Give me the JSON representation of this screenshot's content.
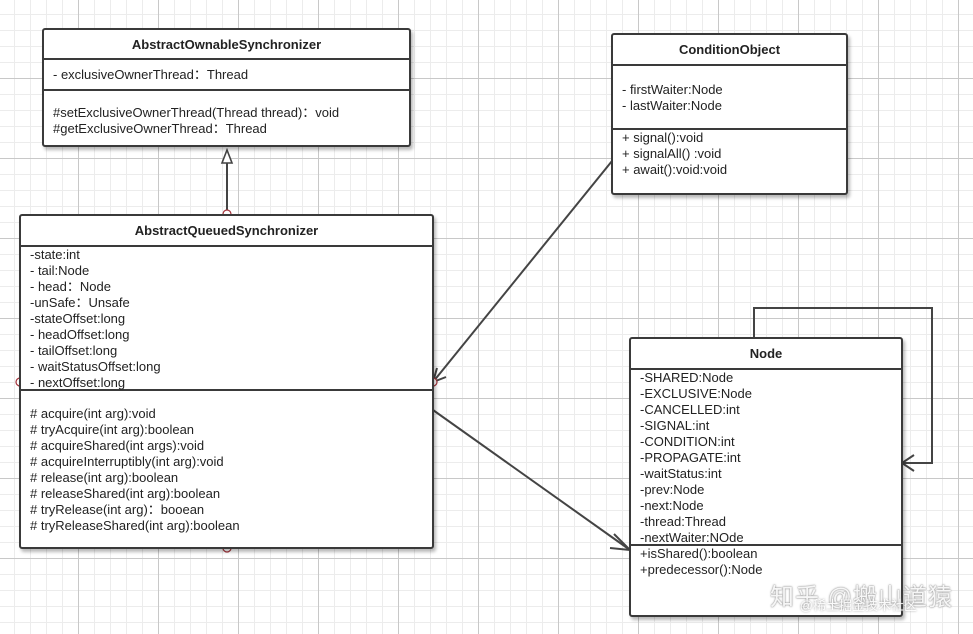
{
  "classes": {
    "aos": {
      "name": "AbstractOwnableSynchronizer",
      "attributes": [
        "- exclusiveOwnerThread：Thread"
      ],
      "methods": [
        "#setExclusiveOwnerThread(Thread thread)：void",
        "#getExclusiveOwnerThread：Thread"
      ]
    },
    "condition": {
      "name": "ConditionObject",
      "attributes": [
        "- firstWaiter:Node",
        "- lastWaiter:Node"
      ],
      "methods": [
        "+ signal():void",
        "+ signalAll() :void",
        "+ await():void:void"
      ]
    },
    "aqs": {
      "name": "AbstractQueuedSynchronizer",
      "attributes": [
        "-state:int",
        "- tail:Node",
        "- head：Node",
        "-unSafe：Unsafe",
        "-stateOffset:long",
        "- headOffset:long",
        "- tailOffset:long",
        "- waitStatusOffset:long",
        "- nextOffset:long"
      ],
      "methods": [
        "# acquire(int arg):void",
        "# tryAcquire(int arg):boolean",
        "# acquireShared(int args):void",
        "# acquireInterruptibly(int arg):void",
        "# release(int arg):boolean",
        "# releaseShared(int arg):boolean",
        "# tryRelease(int arg)：booean",
        "# tryReleaseShared(int arg):boolean"
      ]
    },
    "node": {
      "name": "Node",
      "attributes": [
        "-SHARED:Node",
        "-EXCLUSIVE:Node",
        "-CANCELLED:int",
        "-SIGNAL:int",
        "-CONDITION:int",
        "-PROPAGATE:int",
        "-waitStatus:int",
        "-prev:Node",
        "-next:Node",
        "-thread:Thread",
        "-nextWaiter:NOde"
      ],
      "methods": [
        "+isShared():boolean",
        "+predecessor():Node"
      ]
    }
  },
  "watermark": {
    "main": "知乎 @搬山道猿",
    "sub": "@稀土掘金技术社区"
  }
}
